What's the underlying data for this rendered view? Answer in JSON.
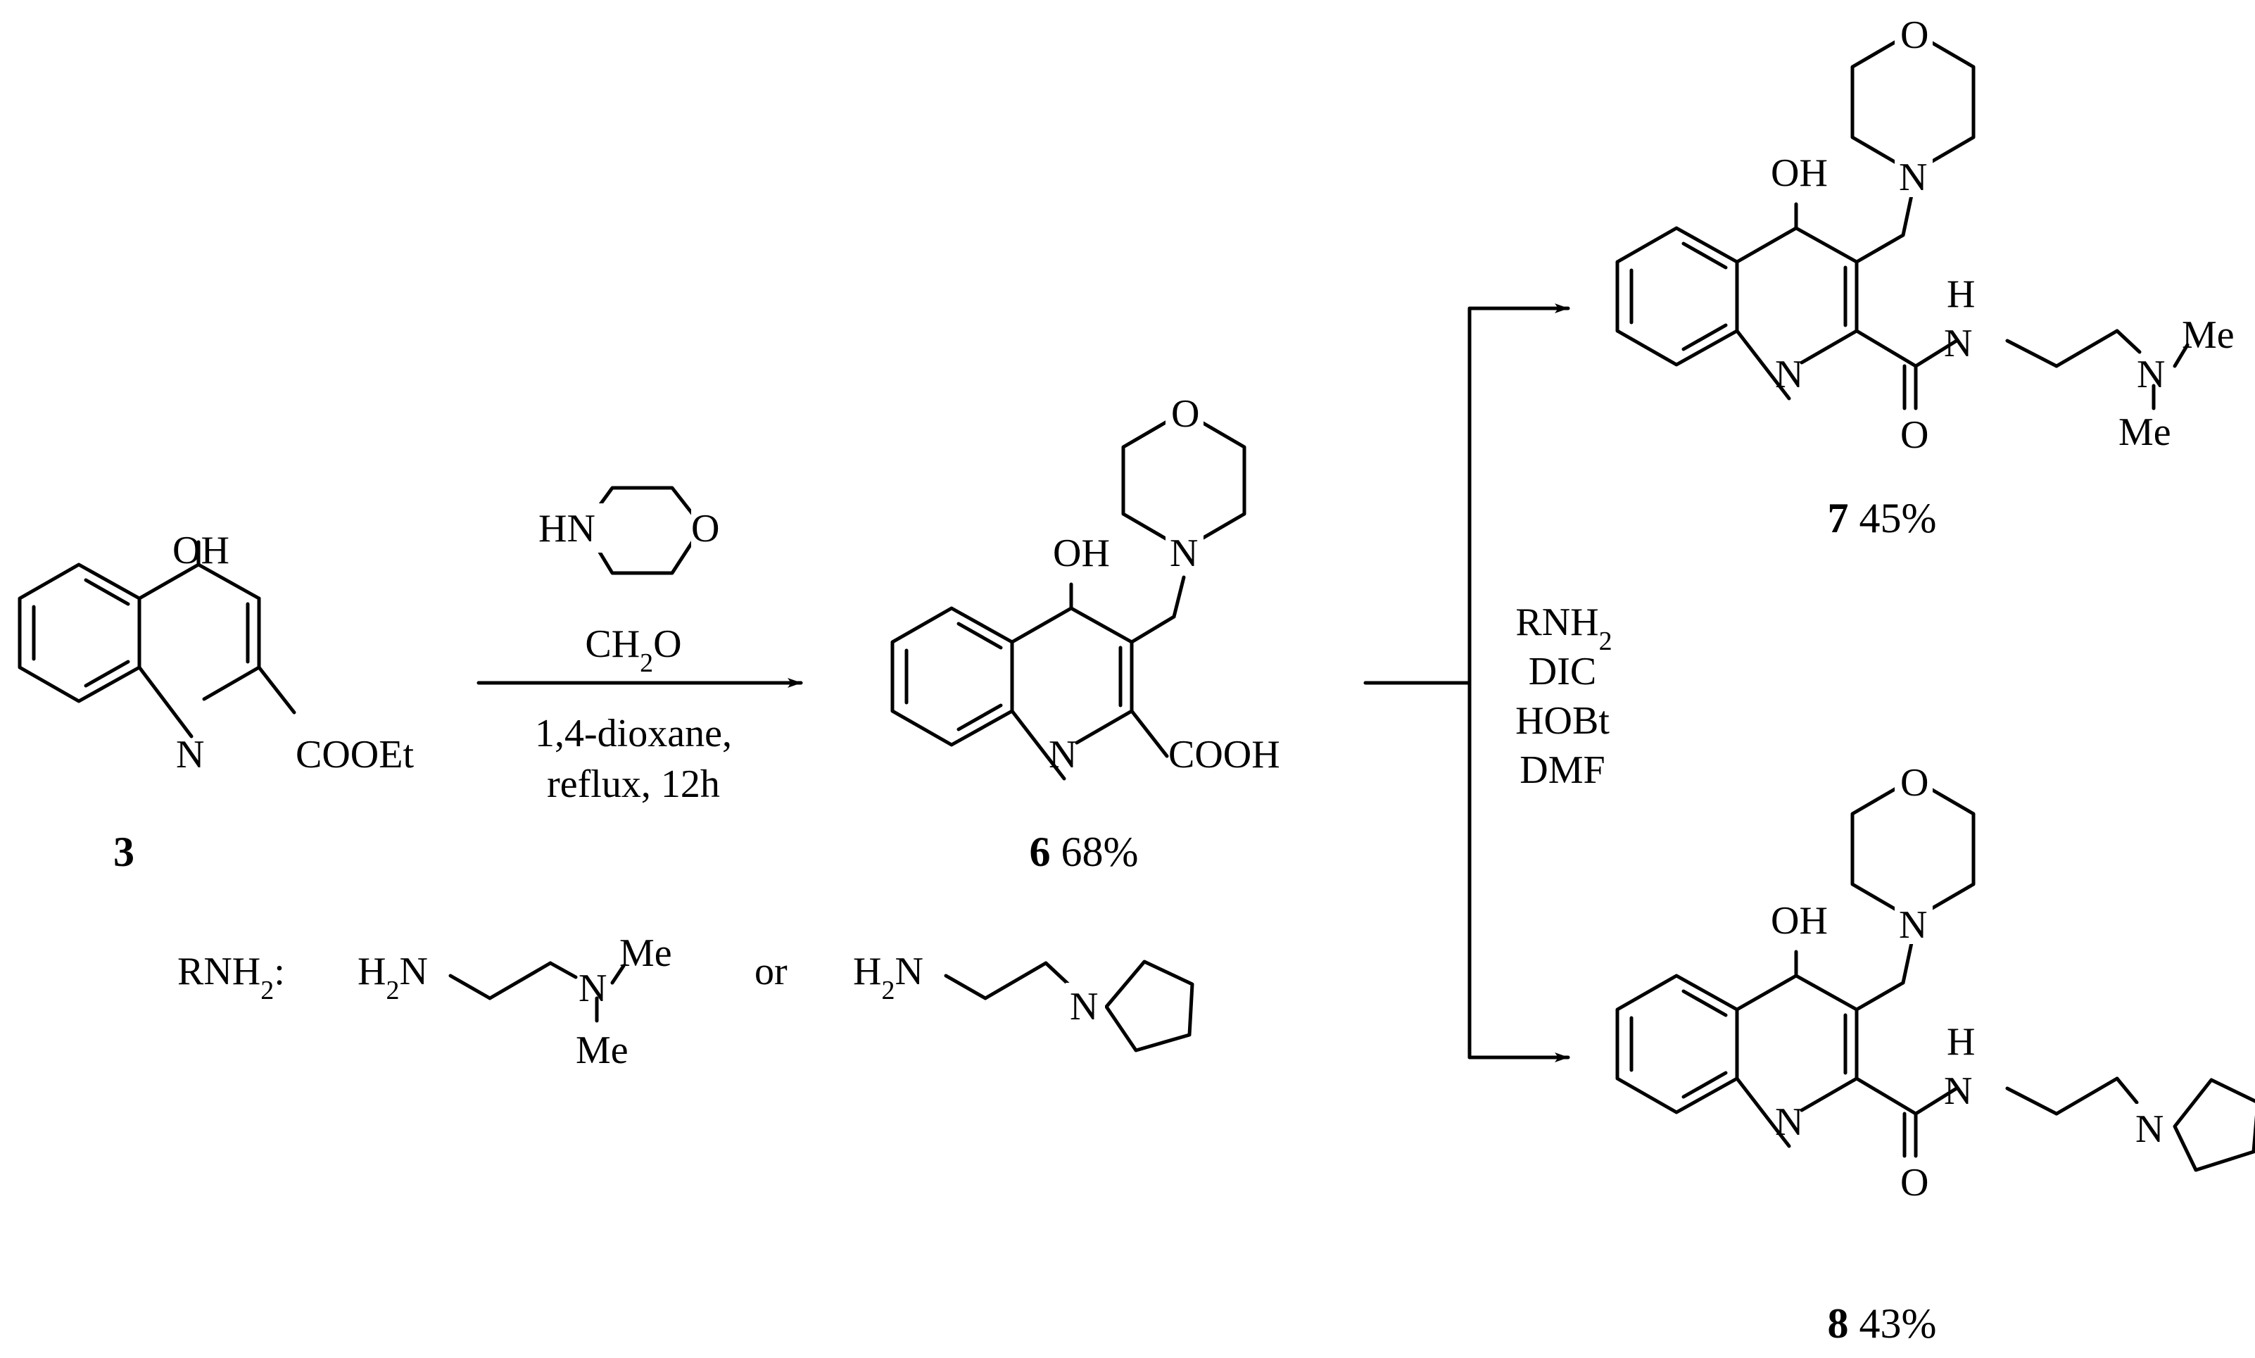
{
  "atoms": {
    "oh": "OH",
    "n": "N",
    "o": "O",
    "h": "H",
    "me": "Me",
    "hn": "HN",
    "cooet": "COOEt",
    "cooh": "COOH",
    "h2n_h2": "H",
    "h2n_sub": "2",
    "h2n_n": "N"
  },
  "compounds": {
    "c3": {
      "number": "3",
      "yield": ""
    },
    "c6": {
      "number": "6",
      "yield": "68%"
    },
    "c7": {
      "number": "7",
      "yield": "45%"
    },
    "c8": {
      "number": "8",
      "yield": "43%"
    }
  },
  "step1": {
    "reagent": "CH",
    "reagent_sub": "2",
    "reagent_tail": "O",
    "solvent": "1,4-dioxane,",
    "conditions": "reflux, 12h"
  },
  "step2": {
    "amine_main": "RNH",
    "amine_sub": "2",
    "coupling": "DIC",
    "additive": "HOBt",
    "solvent": "DMF"
  },
  "legend": {
    "label_main": "RNH",
    "label_sub": "2",
    "label_colon": ":",
    "or": "or"
  }
}
